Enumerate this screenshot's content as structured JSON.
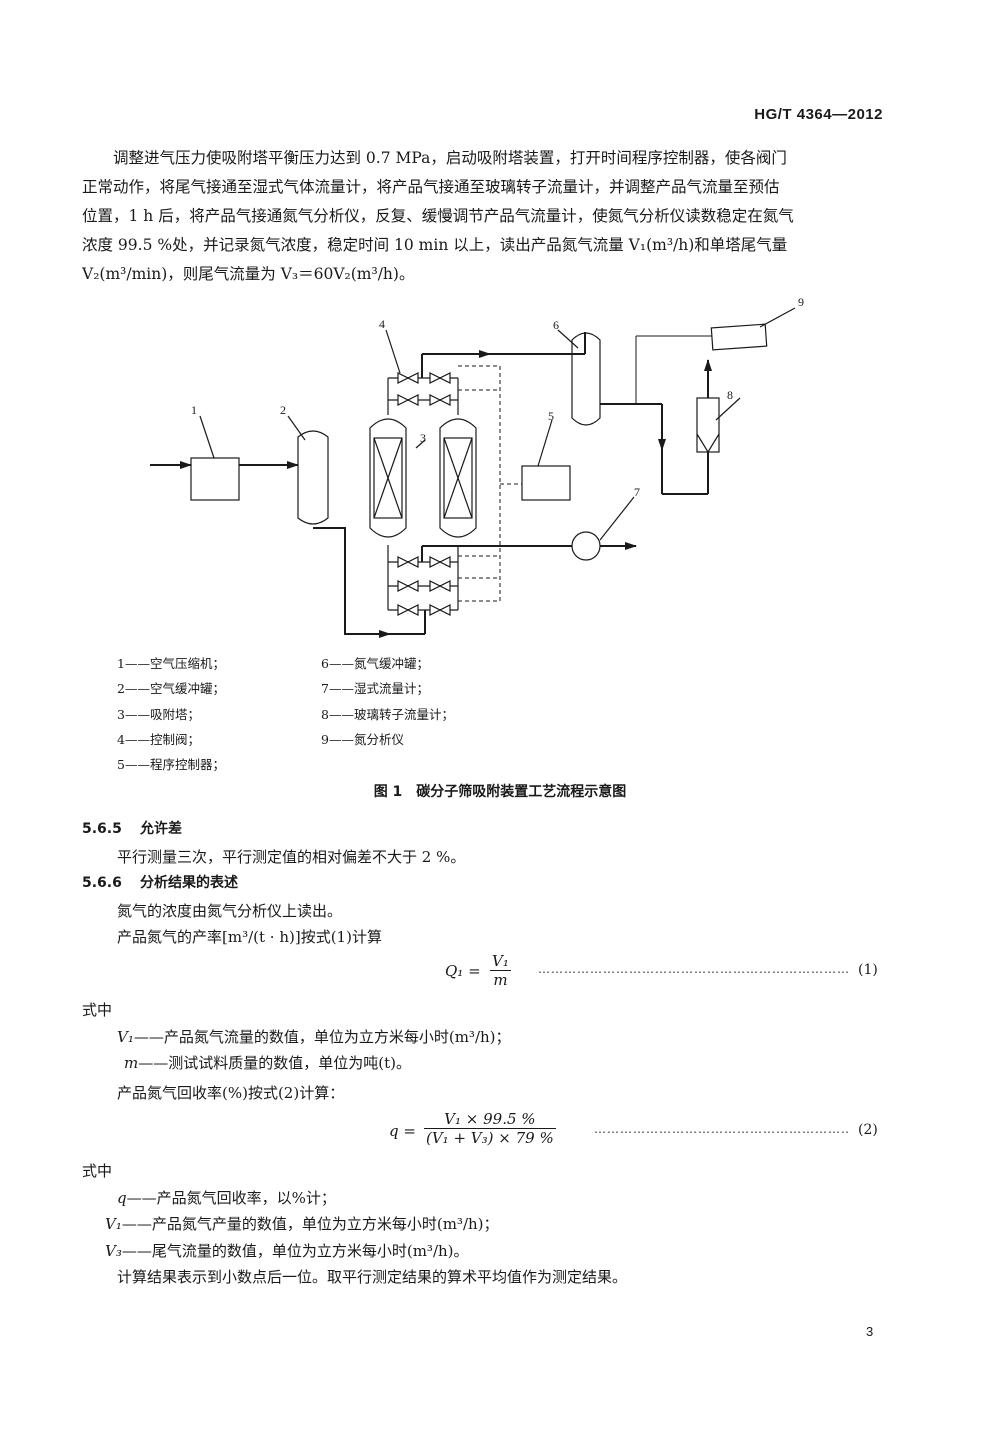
{
  "header": {
    "standard_code": "HG/T 4364—2012"
  },
  "intro_paragraph": [
    "调整进气压力使吸附塔平衡压力达到 0.7 MPa，启动吸附塔装置，打开时间程序控制器，使各阀门",
    "正常动作，将尾气接通至湿式气体流量计，将产品气接通至玻璃转子流量计，并调整产品气流量至预估",
    "位置，1 h 后，将产品气接通氮气分析仪，反复、缓慢调节产品气流量计，使氮气分析仪读数稳定在氮气",
    "浓度 99.5 %处，并记录氮气浓度，稳定时间 10 min 以上，读出产品氮气流量 V₁(m³/h)和单塔尾气量",
    "V₂(m³/min)，则尾气流量为 V₃＝60V₂(m³/h)。"
  ],
  "figure": {
    "callouts": [
      "1",
      "2",
      "3",
      "4",
      "5",
      "6",
      "7",
      "8",
      "9"
    ],
    "legend_left": [
      "1——空气压缩机；",
      "2——空气缓冲罐；",
      "3——吸附塔；",
      "4——控制阀；",
      "5——程序控制器；"
    ],
    "legend_right": [
      "6——氮气缓冲罐；",
      "7——湿式流量计；",
      "8——玻璃转子流量计；",
      "9——氮分析仪"
    ],
    "caption": "图 1　碳分子筛吸附装置工艺流程示意图"
  },
  "section_565": {
    "number": "5.6.5",
    "title": "允许差",
    "text": "平行测量三次，平行测定值的相对偏差不大于 2 %。"
  },
  "section_566": {
    "number": "5.6.6",
    "title": "分析结果的表述",
    "line1": "氮气的浓度由氮气分析仪上读出。",
    "line2": "产品氮气的产率[m³/(t · h)]按式(1)计算",
    "eq1": {
      "lhs": "Q₁ =",
      "num": "V₁",
      "den": "m",
      "number": "(1)"
    },
    "where1": "式中",
    "v1_sym": "V₁",
    "v1_def": "——产品氮气流量的数值，单位为立方米每小时(m³/h)；",
    "m_sym": "m",
    "m_def": "——测试试料质量的数值，单位为吨(t)。",
    "line3": "产品氮气回收率(%)按式(2)计算：",
    "eq2": {
      "lhs": "q =",
      "num": "V₁ × 99.5 %",
      "den": "(V₁ + V₃) × 79 %",
      "number": "(2)"
    },
    "where2": "式中",
    "q_sym": "q",
    "q_def": "——产品氮气回收率，以%计；",
    "v1b_sym": "V₁",
    "v1b_def": "——产品氮气产量的数值，单位为立方米每小时(m³/h)；",
    "v3_sym": "V₃",
    "v3_def": "——尾气流量的数值，单位为立方米每小时(m³/h)。",
    "closing": "计算结果表示到小数点后一位。取平行测定结果的算术平均值作为测定结果。"
  },
  "footer": {
    "page_number": "3"
  }
}
